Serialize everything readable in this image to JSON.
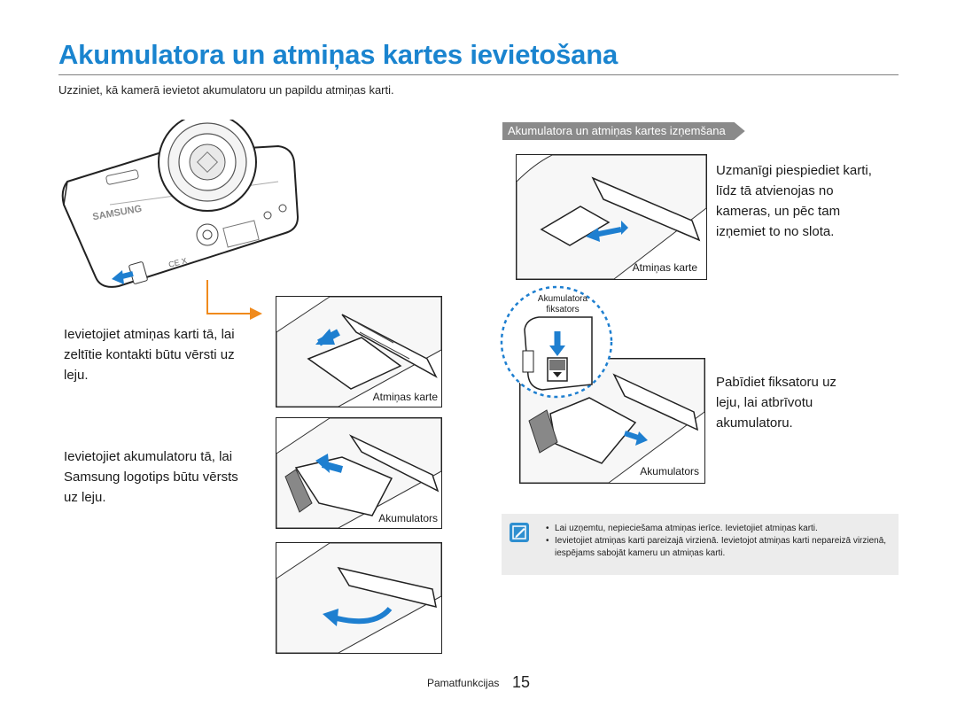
{
  "page": {
    "title": "Akumulatora un atmiņas kartes ievietošana",
    "subtitle": "Uzziniet, kā kamerā ievietot akumulatoru un papildu atmiņas karti."
  },
  "insert": {
    "camera_brand": "SAMSUNG",
    "card_text": "Ievietojiet atmiņas karti tā, lai zeltītie kontakti būtu vērsti uz leju.",
    "card_caption": "Atmiņas karte",
    "battery_text": "Ievietojiet akumulatoru tā, lai Samsung logotips būtu vērsts uz leju.",
    "battery_caption": "Akumulators"
  },
  "remove": {
    "section_title": "Akumulatora un atmiņas kartes izņemšana",
    "card_text": "Uzmanīgi piespiediet karti, līdz tā atvienojas no kameras, un pēc tam izņemiet to no slota.",
    "card_caption": "Atmiņas karte",
    "lock_label": "Akumulatora fiksators",
    "battery_text": "Pabīdiet fiksatoru uz leju, lai atbrīvotu akumulatoru.",
    "battery_caption": "Akumulators"
  },
  "note": {
    "icon": "note-pencil-icon",
    "items": [
      "Lai uzņemtu, nepieciešama atmiņas ierīce. Ievietojiet atmiņas karti.",
      "Ievietojiet atmiņas karti pareizajā virzienā. Ievietojot atmiņas karti nepareizā virzienā, iespējams sabojāt kameru un atmiņas karti."
    ]
  },
  "footer": {
    "section": "Pamatfunkcijas",
    "page_number": "15"
  },
  "colors": {
    "accent": "#1a84cf",
    "arrow_blue": "#1e7fd0",
    "arrow_orange": "#f08a1c",
    "pill_gray": "#8a8a8a",
    "note_bg": "#ececec"
  }
}
